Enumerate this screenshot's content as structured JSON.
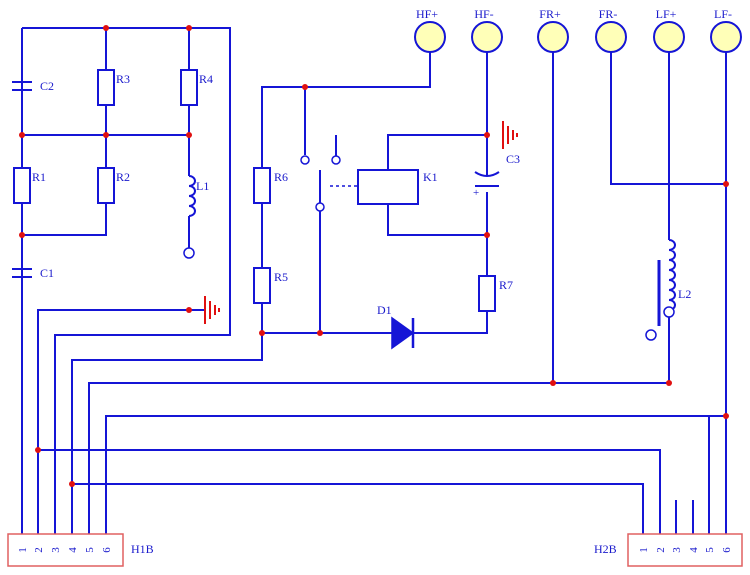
{
  "diagram": {
    "colors": {
      "wire": "#1515d6",
      "junction": "#e01010",
      "ground": "#e01010",
      "connector_border": "#e06060",
      "speaker_fill": "#ffffb8",
      "diode_fill": "#1515d6"
    },
    "speakers": [
      "HF+",
      "HF-",
      "FR+",
      "FR-",
      "LF+",
      "LF-"
    ],
    "resistors": [
      "R1",
      "R2",
      "R3",
      "R4",
      "R5",
      "R6",
      "R7"
    ],
    "capacitors": [
      "C1",
      "C2",
      "C3"
    ],
    "inductors": [
      "L1",
      "L2"
    ],
    "relay": "K1",
    "diode": "D1",
    "polarity_mark": "+",
    "connector_h1b": {
      "label": "H1B",
      "pins": [
        "1",
        "2",
        "3",
        "4",
        "5",
        "6"
      ]
    },
    "connector_h2b": {
      "label": "H2B",
      "pins": [
        "1",
        "2",
        "3",
        "4",
        "5",
        "6"
      ]
    }
  }
}
